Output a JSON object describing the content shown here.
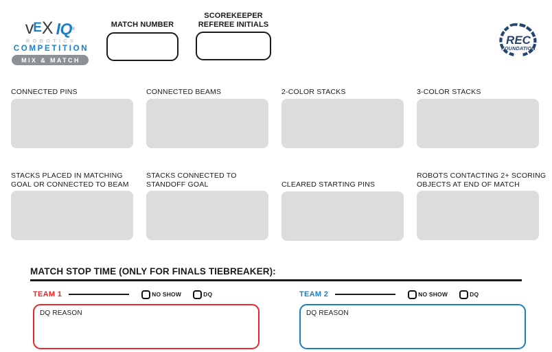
{
  "header": {
    "logo": {
      "v": "v",
      "e": "E",
      "x": "X",
      "iq": "IQ",
      "tm": "®",
      "robotics": "ROBOTICS",
      "competition": "COMPETITION",
      "program": "MIX & MATCH"
    },
    "match_number": {
      "label": "MATCH NUMBER",
      "value": ""
    },
    "referee_initials": {
      "label": "SCOREKEEPER\nREFEREE INITIALS",
      "value": ""
    },
    "rec_logo": {
      "name": "REC",
      "subtitle": "FOUNDATION"
    }
  },
  "score_fields": [
    {
      "label": "CONNECTED PINS",
      "value": ""
    },
    {
      "label": "CONNECTED BEAMS",
      "value": ""
    },
    {
      "label": "2-COLOR STACKS",
      "value": ""
    },
    {
      "label": "3-COLOR STACKS",
      "value": ""
    },
    {
      "label": "STACKS PLACED IN MATCHING\nGOAL OR CONNECTED TO BEAM",
      "value": ""
    },
    {
      "label": "STACKS CONNECTED TO\nSTANDOFF GOAL",
      "value": ""
    },
    {
      "label": "CLEARED STARTING PINS",
      "value": ""
    },
    {
      "label": "ROBOTS CONTACTING 2+ SCORING\nOBJECTS AT END OF MATCH",
      "value": ""
    }
  ],
  "bottom": {
    "stop_time_title": "MATCH STOP TIME (ONLY FOR FINALS TIEBREAKER):",
    "teams": [
      {
        "name": "TEAM 1",
        "time_value": "",
        "no_show_label": "NO SHOW",
        "dq_label": "DQ",
        "dq_reason_label": "DQ REASON",
        "dq_reason_value": "",
        "color": "#e8262c"
      },
      {
        "name": "TEAM 2",
        "time_value": "",
        "no_show_label": "NO SHOW",
        "dq_label": "DQ",
        "dq_reason_label": "DQ REASON",
        "dq_reason_value": "",
        "color": "#1b7fc4"
      }
    ]
  },
  "colors": {
    "vex_blue": "#1b7fc4",
    "team1_red": "#e8262c",
    "team2_blue": "#1b7fc4",
    "field_gray": "#dcdcdc",
    "pill_gray": "#8d9194",
    "rec_navy": "#26456e"
  }
}
